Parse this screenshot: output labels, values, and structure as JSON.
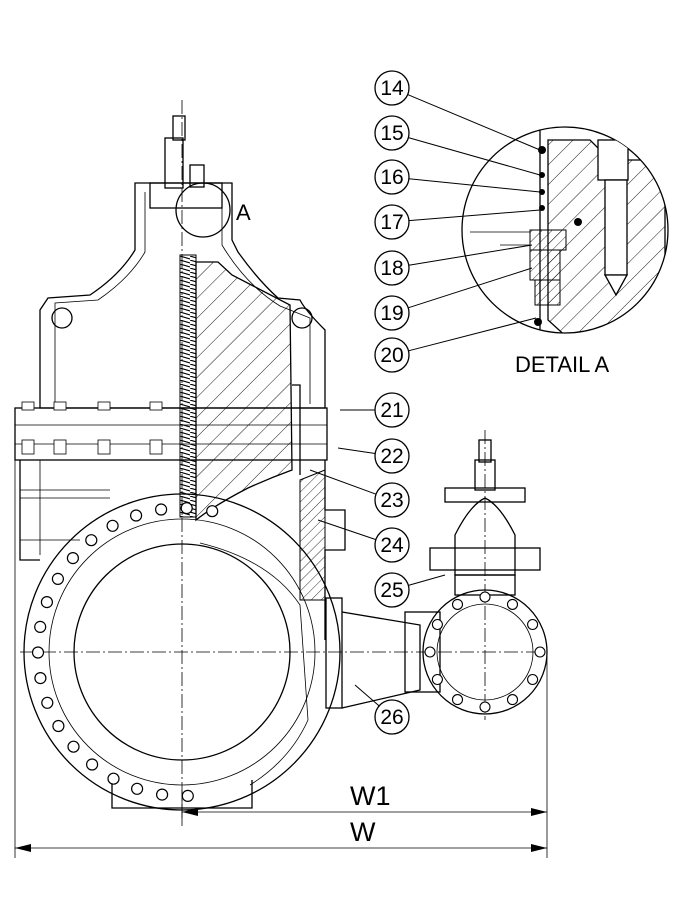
{
  "callouts": [
    "14",
    "15",
    "16",
    "17",
    "18",
    "19",
    "20",
    "21",
    "22",
    "23",
    "24",
    "25",
    "26"
  ],
  "detail_marker": "A",
  "detail_title": "DETAIL A",
  "dimensions": {
    "w1": "W1",
    "w": "W"
  }
}
